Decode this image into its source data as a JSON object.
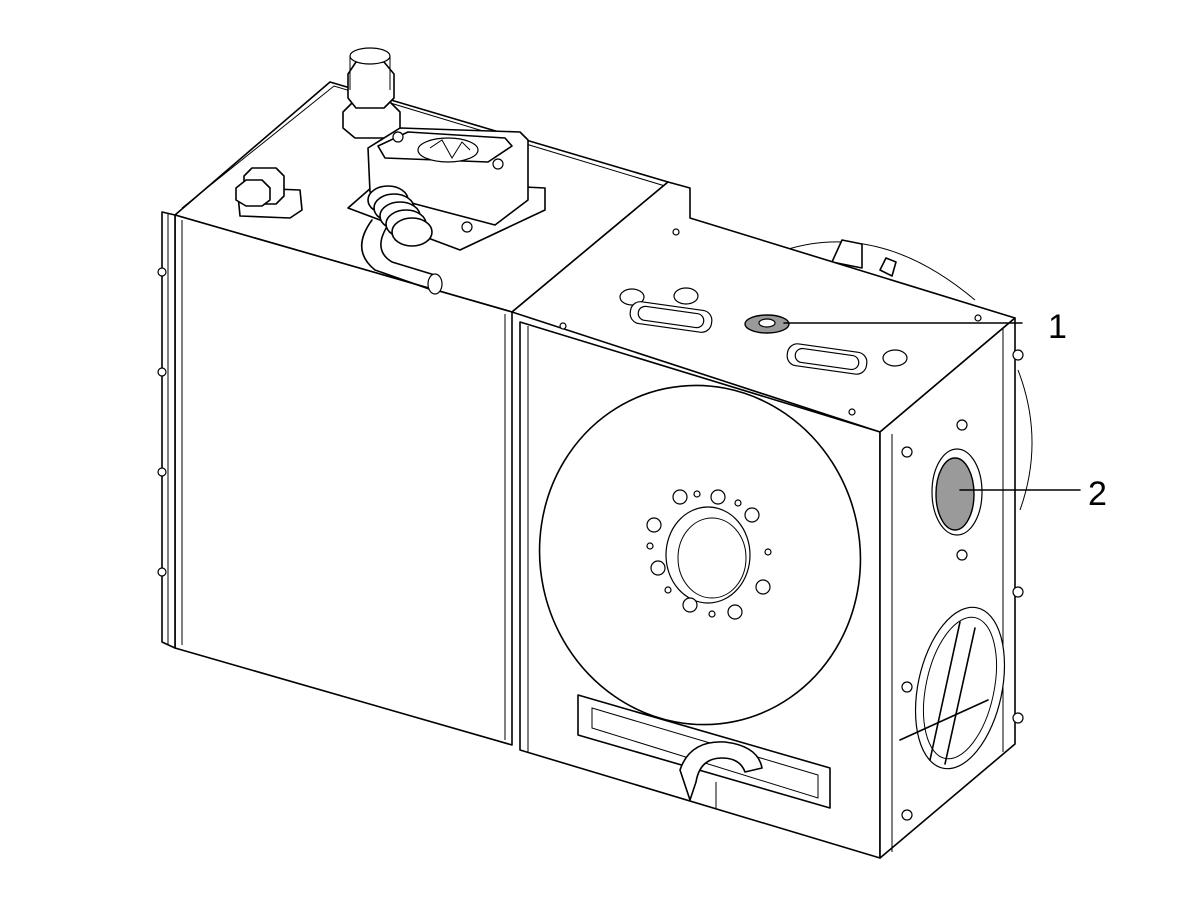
{
  "figure": {
    "callouts": [
      {
        "id": "1",
        "label": "1",
        "part": "top-port-plug"
      },
      {
        "id": "2",
        "label": "2",
        "part": "side-port-plug"
      }
    ],
    "colors": {
      "line": "#000000",
      "background": "#ffffff",
      "highlight": "#9a9a9a"
    }
  }
}
